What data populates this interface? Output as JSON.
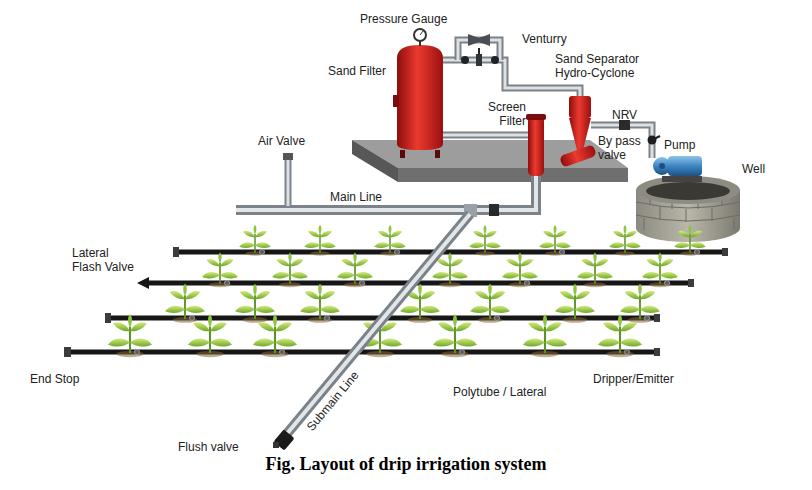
{
  "diagram": {
    "caption": "Fig. Layout of drip irrigation system",
    "labels": [
      "Pressure Gauge",
      "Venturry",
      "Sand Filter",
      "Sand Separator Hydro-Cyclone",
      "NRV",
      "By pass valve",
      "Pump",
      "Well",
      "Air Valve",
      "Screen Filter",
      "Main Line",
      "Lateral Flash Valve",
      "End Stop",
      "Flush valve",
      "Submain Line",
      "Polytube / Lateral",
      "Dripper/Emitter"
    ]
  }
}
